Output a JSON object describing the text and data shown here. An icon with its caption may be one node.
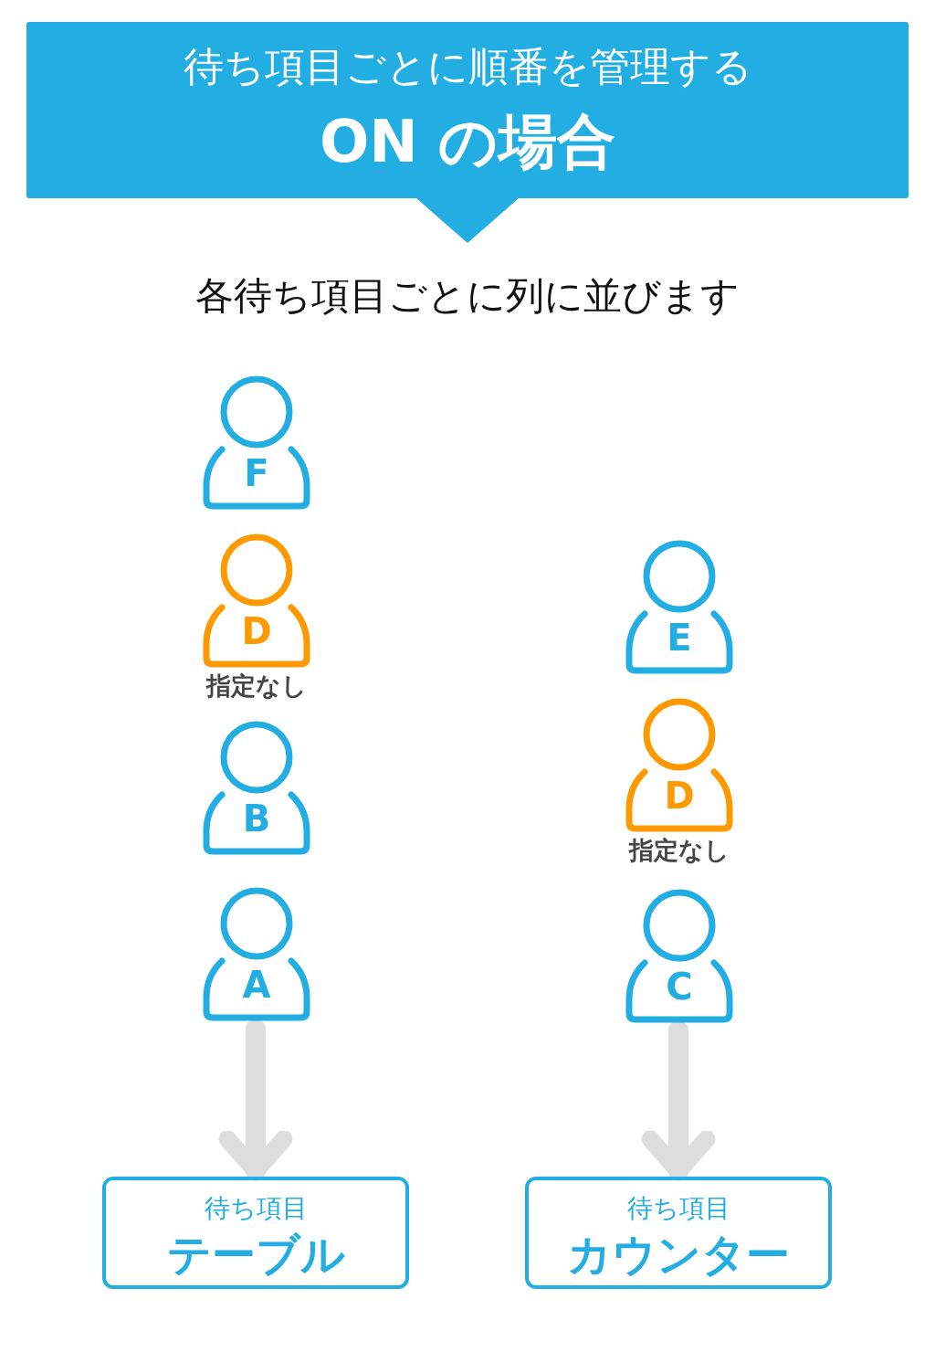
{
  "diagram": {
    "nodes": [
      {
        "text": [
          "待ち項目ごとに順番を管理する",
          "ON の場合"
        ]
      },
      {
        "text": [
          "F"
        ]
      },
      {
        "text": [
          "D"
        ],
        "beside": [
          "指定なし"
        ]
      },
      {
        "text": [
          "B"
        ]
      },
      {
        "text": [
          "A"
        ]
      },
      {
        "text": [
          "E"
        ]
      },
      {
        "text": [
          "D"
        ],
        "beside": [
          "指定なし"
        ]
      },
      {
        "text": [
          "C"
        ]
      },
      {
        "text": [
          "待ち項目",
          "テーブル"
        ]
      },
      {
        "text": [
          "待ち項目",
          "カウンター"
        ]
      }
    ],
    "edges": [
      {
        "from": 4,
        "to": 8,
        "arrow": "to"
      },
      {
        "from": 7,
        "to": 9,
        "arrow": "to"
      }
    ],
    "labels": [
      "各待ち項目ごとに列に並びます"
    ]
  }
}
